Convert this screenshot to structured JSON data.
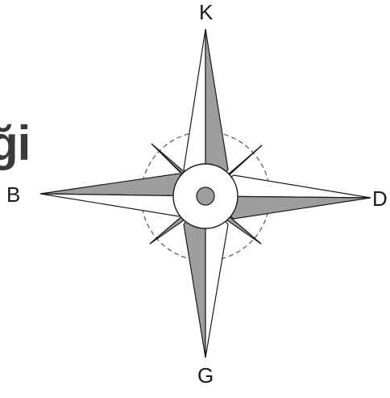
{
  "labels": {
    "north": "K",
    "south": "G",
    "west": "B",
    "east": "D"
  },
  "cut_title": "ği",
  "colors": {
    "ink": "#1a1a1a",
    "shade": "#9e9e9e",
    "paper": "#ffffff",
    "dash": "#555555"
  }
}
